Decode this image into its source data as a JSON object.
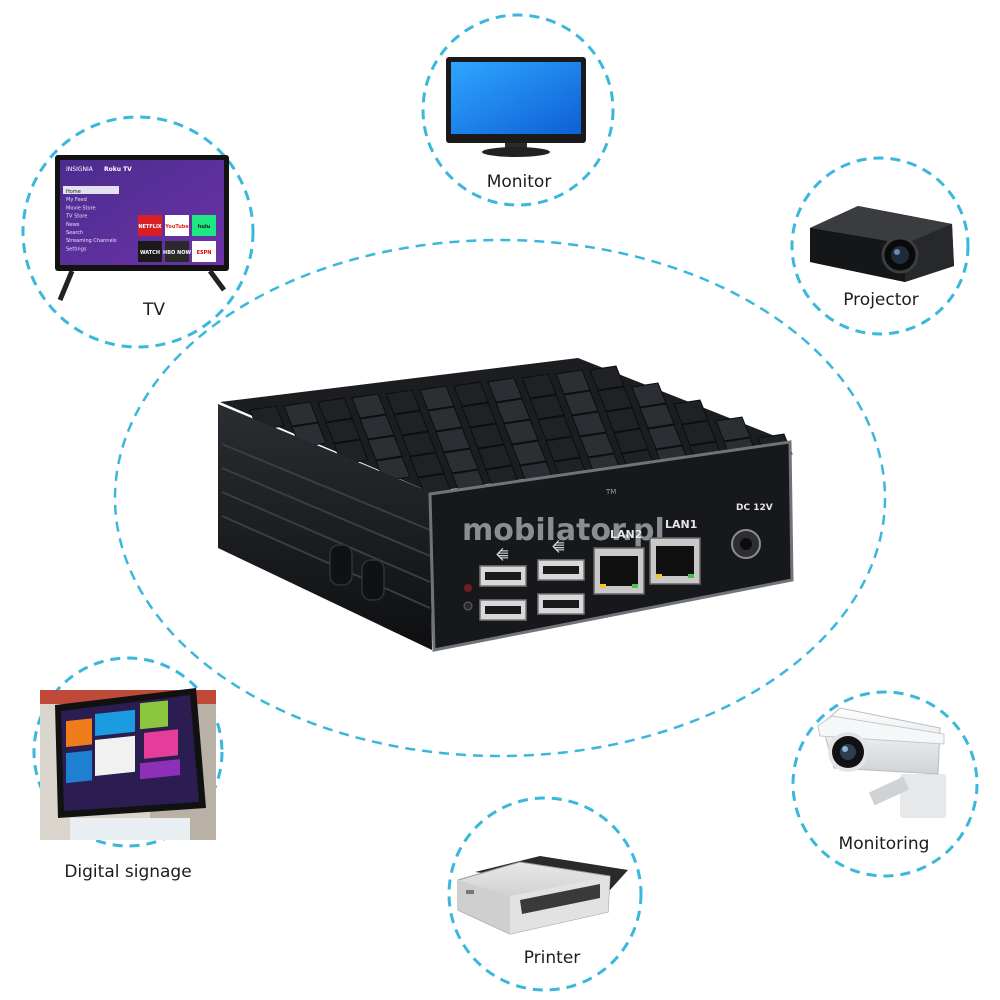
{
  "center_device": {
    "brand": "mobilator.pl",
    "trademark": "TM",
    "ports": {
      "lan1": "LAN1",
      "lan2": "LAN2",
      "power": "DC 12V"
    }
  },
  "applications": [
    {
      "id": "monitor",
      "label": "Monitor"
    },
    {
      "id": "tv",
      "label": "TV"
    },
    {
      "id": "projector",
      "label": "Projector"
    },
    {
      "id": "digital-signage",
      "label": "Digital signage"
    },
    {
      "id": "monitoring",
      "label": "Monitoring"
    },
    {
      "id": "printer",
      "label": "Printer"
    }
  ],
  "tv_screen": {
    "brand": "INSIGNIA",
    "platform": "Roku TV",
    "menu": [
      "Home",
      "My Feed",
      "Movie Store",
      "TV Store",
      "News",
      "Search",
      "Streaming Channels",
      "Settings"
    ],
    "apps": [
      "NETFLIX",
      "YouTube",
      "hulu",
      "WATCH",
      "HBO NOW",
      "ESPN"
    ]
  },
  "colors": {
    "dash": "#3ab7dc",
    "device_body": "#17191c",
    "background": "#ffffff"
  }
}
